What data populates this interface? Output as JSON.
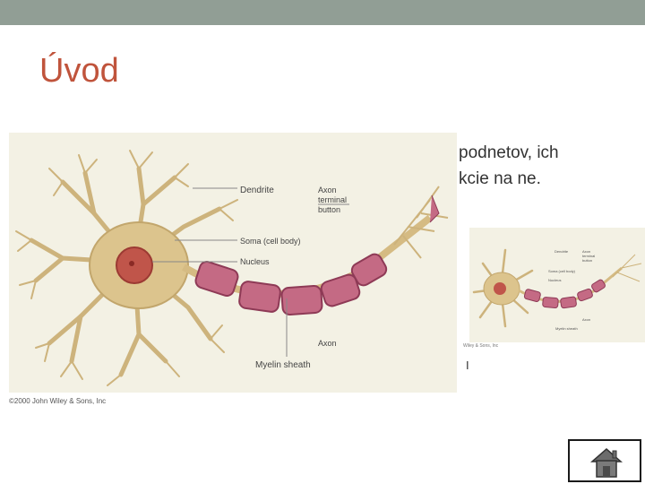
{
  "slide": {
    "title": "Úvod",
    "body_line1": "podnetov, ich",
    "body_line2": "kcie na ne.",
    "stray_text": "I"
  },
  "figure": {
    "labels": {
      "dendrite": "Dendrite",
      "axon_terminal_1": "Axon",
      "axon_terminal_2": "terminal",
      "axon_terminal_3": "button",
      "soma": "Soma (cell body)",
      "nucleus": "Nucleus",
      "axon": "Axon",
      "myelin": "Myelin sheath"
    },
    "copyright": "©2000 John Wiley & Sons, Inc",
    "small_labels": {
      "dendrite": "Dendrite",
      "axon_terminal_1": "Axon",
      "axon_terminal_2": "terminal",
      "axon_terminal_3": "button",
      "soma": "Soma (cell body)",
      "nucleus": "Nucleus",
      "axon": "Axon",
      "myelin": "Myelin sheath",
      "copyright_fragment": "Wiley & Sons, Inc"
    }
  },
  "colors": {
    "topbar": "#919e95",
    "title": "#c0543c",
    "figure_bg": "#f3f1e4",
    "neuron": "#d9c38c",
    "myelin": "#c46a84",
    "nucleus": "#c0554a"
  },
  "nav": {
    "home_icon": "home-icon"
  }
}
